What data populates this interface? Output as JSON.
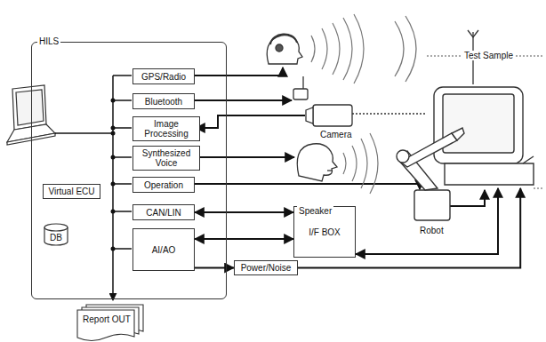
{
  "diagram": {
    "nodes": [
      {
        "text": [
          "HILS"
        ]
      },
      {
        "text": [
          "GPS/Radio"
        ],
        "in": 0
      },
      {
        "text": [
          "Bluetooth"
        ],
        "in": 0
      },
      {
        "text": [
          "Image Processing"
        ],
        "in": 0
      },
      {
        "text": [
          "Synthesized Voice"
        ],
        "in": 0
      },
      {
        "text": [
          "Operation"
        ],
        "in": 0
      },
      {
        "text": [
          "Virtual ECU"
        ],
        "in": 0
      },
      {
        "text": [
          "CAN/LIN"
        ],
        "in": 0
      },
      {
        "text": [
          "DB"
        ],
        "in": 0
      },
      {
        "text": [
          "AI/AO"
        ],
        "in": 0
      },
      {
        "text": [
          "I/F BOX"
        ]
      },
      {
        "text": [
          "Test Sample"
        ]
      },
      {
        "text": [
          "Power/Noise"
        ]
      },
      {
        "text": [
          "Report OUT"
        ]
      }
    ],
    "edges": [
      {
        "from": 7,
        "to": 10,
        "arrow": "both"
      },
      {
        "from": 9,
        "to": 10,
        "arrow": "both"
      },
      {
        "from": 9,
        "to": 12,
        "arrow": "to"
      },
      {
        "from": 10,
        "to": 11,
        "arrow": "both"
      },
      {
        "from": 12,
        "to": 11,
        "arrow": "to"
      }
    ],
    "labels": [
      "Camera",
      "Speaker",
      "Robot"
    ]
  }
}
